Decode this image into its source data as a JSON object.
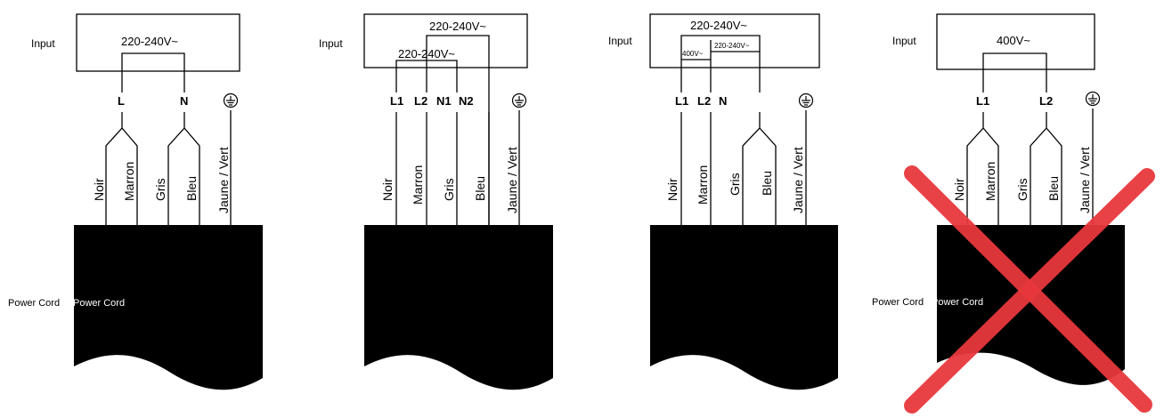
{
  "common": {
    "input_label": "Input",
    "power_cord_label": "Power Cord",
    "wire_labels": {
      "noir": "Noir",
      "marron": "Marron",
      "gris": "Gris",
      "bleu": "Bleu",
      "jaune_vert": "Jaune / Vert"
    },
    "ground_icon": "earth-ground-icon"
  },
  "diagrams": [
    {
      "voltage": "220-240V~",
      "terminals": [
        "L",
        "N"
      ]
    },
    {
      "voltage_top": "220-240V~",
      "voltage_inner": "220-240V~",
      "terminals": [
        "L1",
        "L2",
        "N1",
        "N2"
      ]
    },
    {
      "voltage_top": "220-240V~",
      "voltage_left": "400V~",
      "voltage_right": "220-240V~",
      "terminals": [
        "L1",
        "L2",
        "N"
      ]
    },
    {
      "voltage": "400V~",
      "terminals": [
        "L1",
        "L2"
      ],
      "crossed_out": true,
      "cross_color": "#e8383d"
    }
  ]
}
